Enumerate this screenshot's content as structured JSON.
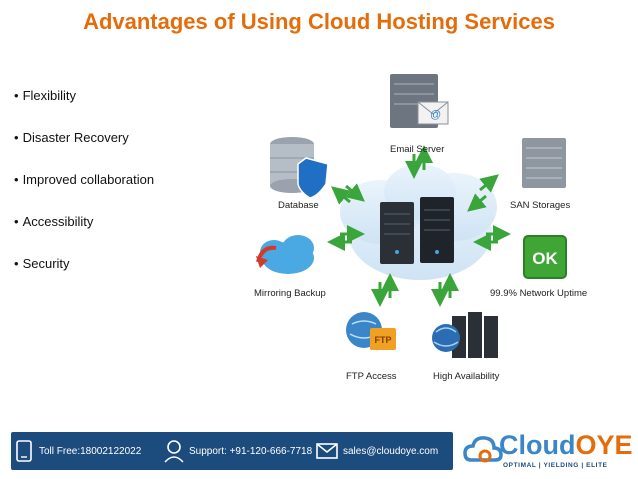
{
  "title": "Advantages of Using Cloud Hosting Services",
  "bullets": [
    "Flexibility",
    "Disaster Recovery",
    "Improved collaboration",
    "Accessibility",
    "Security"
  ],
  "bullet_char": "•",
  "diagram": {
    "email": "Email Server",
    "database": "Database",
    "san": "SAN Storages",
    "mirroring": "Mirroring Backup",
    "uptime": "99.9% Network Uptime",
    "uptime_badge": "OK",
    "ftp": "FTP Access",
    "ftp_badge": "FTP",
    "ha": "High Availability"
  },
  "footer": {
    "toll": "Toll Free:18002122022",
    "support": "Support: +91-120-666-7718",
    "email": "sales@cloudoye.com"
  },
  "logo": {
    "part1": "Cloud",
    "part2": "OYE",
    "tagline": "OPTIMAL | YIELDING | ELITE"
  },
  "colors": {
    "accent": "#e46c0a",
    "footer": "#1c4b7d",
    "arrow": "#3aa53a",
    "ok": "#3fa535"
  }
}
